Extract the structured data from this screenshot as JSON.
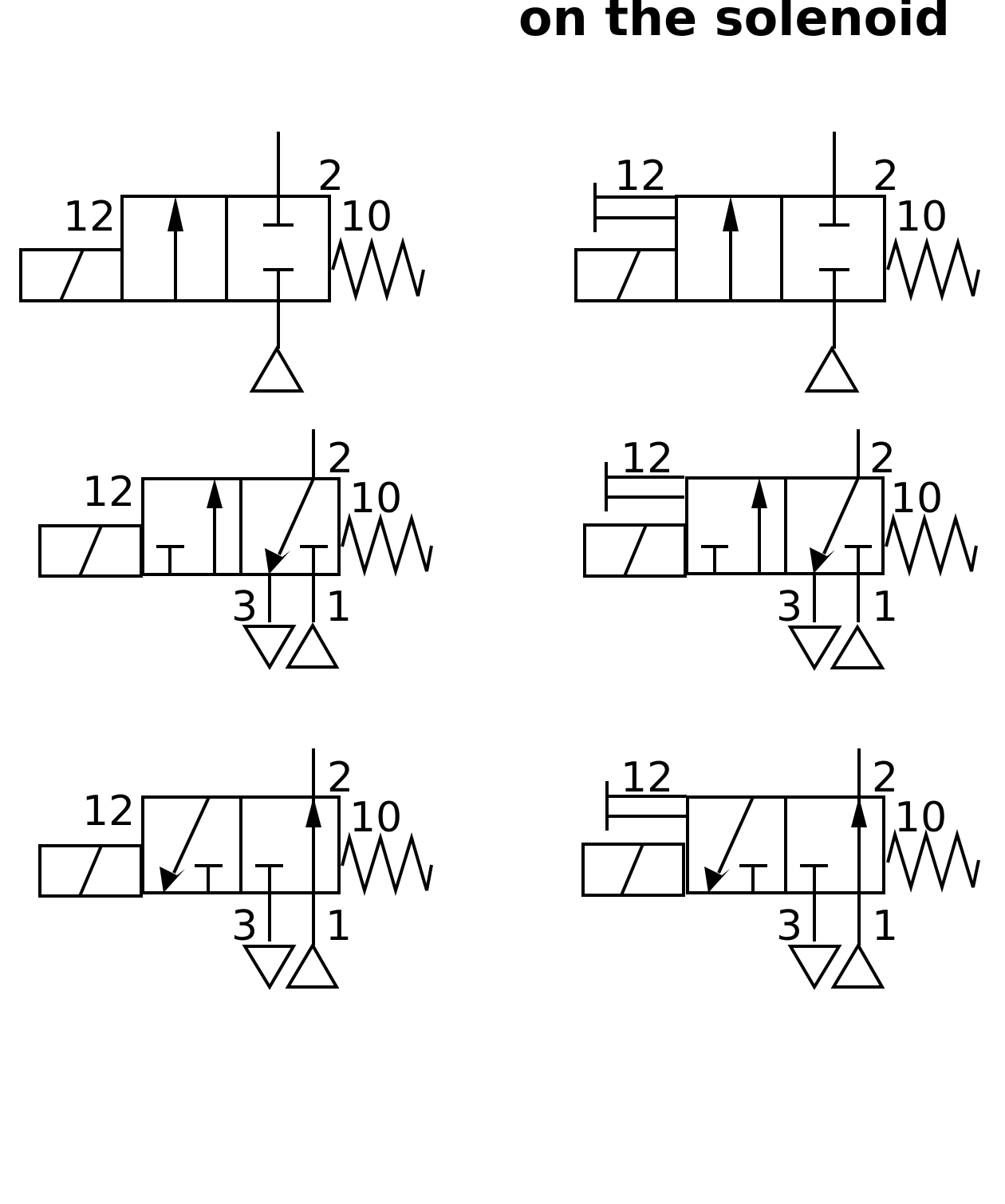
{
  "title": "on the solenoid",
  "colors": {
    "line": "#000000",
    "background": "#ffffff"
  },
  "symbols": [
    {
      "id": "valve-2-2-nc",
      "type": "2/2 solenoid valve, spring return, normally closed",
      "manual_override": false,
      "labels": {
        "pilot": "12",
        "outlet": "2",
        "return": "10"
      }
    },
    {
      "id": "valve-2-2-nc-override",
      "type": "2/2 solenoid valve, spring return, normally closed, manual override",
      "manual_override": true,
      "labels": {
        "pilot": "12",
        "outlet": "2",
        "return": "10"
      }
    },
    {
      "id": "valve-3-2-nc",
      "type": "3/2 solenoid valve, spring return, normally closed",
      "manual_override": false,
      "labels": {
        "pilot": "12",
        "outlet": "2",
        "return": "10",
        "exhaust": "3",
        "supply": "1"
      }
    },
    {
      "id": "valve-3-2-nc-override",
      "type": "3/2 solenoid valve, spring return, normally closed, manual override",
      "manual_override": true,
      "labels": {
        "pilot": "12",
        "outlet": "2",
        "return": "10",
        "exhaust": "3",
        "supply": "1"
      }
    },
    {
      "id": "valve-3-2-no",
      "type": "3/2 solenoid valve, spring return, normally open",
      "manual_override": false,
      "labels": {
        "pilot": "12",
        "outlet": "2",
        "return": "10",
        "exhaust": "3",
        "supply": "1"
      }
    },
    {
      "id": "valve-3-2-no-override",
      "type": "3/2 solenoid valve, spring return, normally open, manual override",
      "manual_override": true,
      "labels": {
        "pilot": "12",
        "outlet": "2",
        "return": "10",
        "exhaust": "3",
        "supply": "1"
      }
    }
  ]
}
